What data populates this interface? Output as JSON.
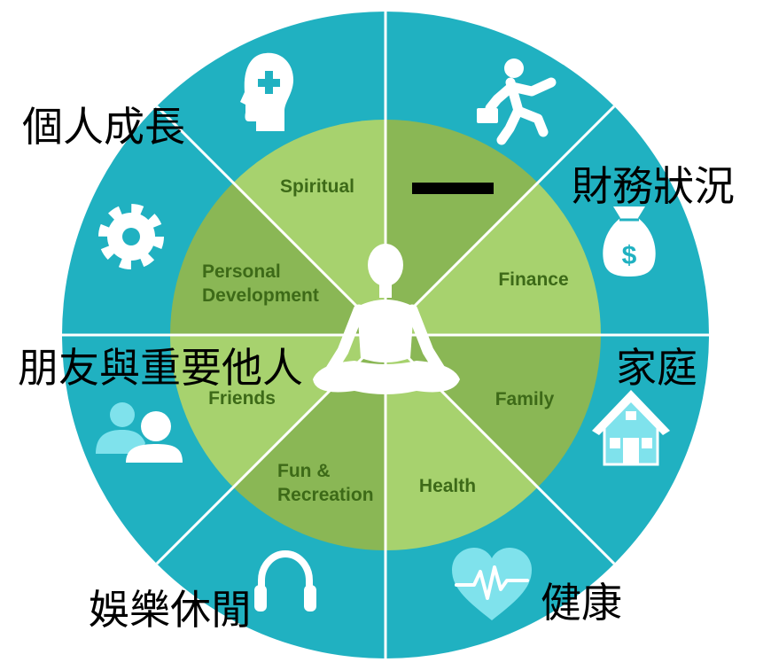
{
  "diagram": {
    "outer_ring": {
      "color": "#20b1c1",
      "divider_color": "#ffffff"
    },
    "center_figure": {
      "icon": "meditation-figure-icon",
      "color": "#ffffff"
    },
    "label_color": "#3d6a18",
    "segments": [
      {
        "lines": [
          "Spiritual"
        ],
        "fill": "#a7d26e",
        "icon": "head-plus-icon"
      },
      {
        "lines": [],
        "fill": "#8ab755",
        "icon": "walking-person-briefcase-icon",
        "redacted": true
      },
      {
        "lines": [
          "Finance"
        ],
        "fill": "#a7d26e",
        "icon": "money-bag-icon",
        "icon_symbol": "$"
      },
      {
        "lines": [
          "Family"
        ],
        "fill": "#8ab755",
        "icon": "house-icon"
      },
      {
        "lines": [
          "Health"
        ],
        "fill": "#a7d26e",
        "icon": "heart-pulse-icon"
      },
      {
        "lines": [
          "Fun &",
          "Recreation"
        ],
        "fill": "#8ab755",
        "icon": "headphones-icon"
      },
      {
        "lines": [
          "Friends"
        ],
        "fill": "#a7d26e",
        "icon": "people-icon"
      },
      {
        "lines": [
          "Personal",
          "Development"
        ],
        "fill": "#8ab755",
        "icon": "gear-icon"
      }
    ]
  },
  "overlay_labels": [
    "個人成長",
    "財務狀況",
    "朋友與重要他人",
    "家庭",
    "娛樂休閒",
    "健康"
  ],
  "colors": {
    "icon_white": "#ffffff",
    "icon_light": "#7fe2ec",
    "redaction": "#000000"
  }
}
